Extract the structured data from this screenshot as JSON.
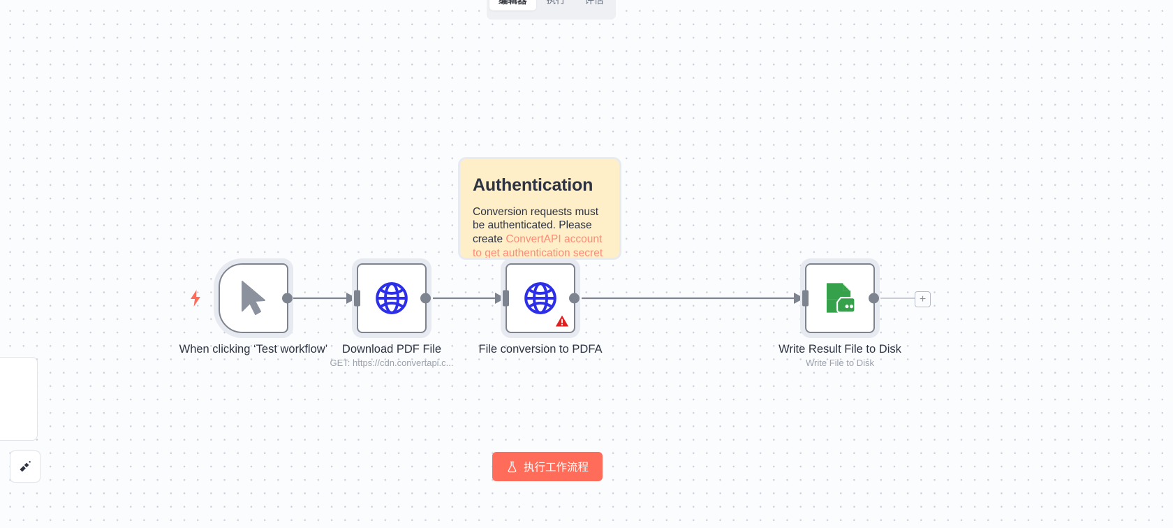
{
  "header": {
    "tabs": [
      {
        "label": "编辑器",
        "active": true
      },
      {
        "label": "执行",
        "active": false
      },
      {
        "label": "评估",
        "active": false
      }
    ]
  },
  "sticky_note": {
    "title": "Authentication",
    "body": "Conversion requests must be authenticated. Please create",
    "link_text": "ConvertAPI account to get",
    "clipped_text": "authentication secret",
    "bg_color": "#ffefc8",
    "link_color": "#ff8a76"
  },
  "nodes": [
    {
      "name": "When clicking ‘Test workflow’",
      "subtitle": "",
      "icon": "cursor-icon",
      "type": "trigger",
      "has_warning": false,
      "icon_color": "#8b919d"
    },
    {
      "name": "Download PDF File",
      "subtitle": "GET: https://cdn.convertapi.c...",
      "icon": "globe-icon",
      "type": "action",
      "has_warning": false,
      "icon_color": "#2d2fe8"
    },
    {
      "name": "File conversion to PDFA",
      "subtitle": "",
      "icon": "globe-icon",
      "type": "action",
      "has_warning": true,
      "icon_color": "#2d2fe8"
    },
    {
      "name": "Write Result File to Disk",
      "subtitle": "Write File to Disk",
      "icon": "file-disk-icon",
      "type": "action",
      "has_warning": false,
      "icon_color": "#35a14a"
    }
  ],
  "canvas": {
    "add_node_label": "+",
    "trigger_badge": "lightning-bolt-icon"
  },
  "footer": {
    "execute_label": "执行工作流程",
    "execute_icon": "flask-icon",
    "execute_color": "#ff6d5a",
    "tidy_icon": "tidy-up-icon"
  }
}
